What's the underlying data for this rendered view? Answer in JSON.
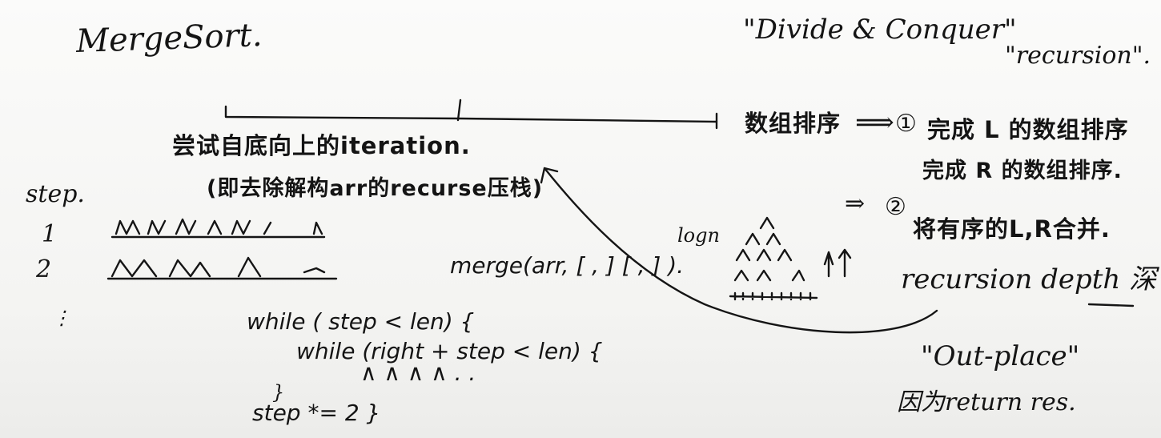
{
  "title": "MergeSort.",
  "header": {
    "divide_conquer": "\"Divide & Conquer\"",
    "recursion": "\"recursion\"."
  },
  "left_notes": {
    "iteration": "尝试自底向上的iteration.",
    "paren": "(即去除解构arr的recurse压栈)",
    "step_label": "step.",
    "row_1": "1",
    "row_2": "2",
    "row_dots": "⋮",
    "merge_call": "merge(arr, [ , ] [ , ] )."
  },
  "code": {
    "line1": "while ( step < len) {",
    "line2": "while (right + step < len) {",
    "line3": "∧ ∧ ∧ ∧ . .",
    "line4": "}",
    "line5": "step *= 2 }"
  },
  "right_notes": {
    "array_sort": "数组排序",
    "arrow": "⟹",
    "step1_label": "①",
    "step1_text": "完成 L 的数组排序",
    "step1_text_b": "完成 R 的数组排序.",
    "step2_arrow": "⇒",
    "step2_label": "②",
    "step2_text": "将有序的L,R合并.",
    "log_label": "logn",
    "depth": "recursion depth 深",
    "out_place": "\"Out-place\"",
    "reason": "因为return res."
  }
}
